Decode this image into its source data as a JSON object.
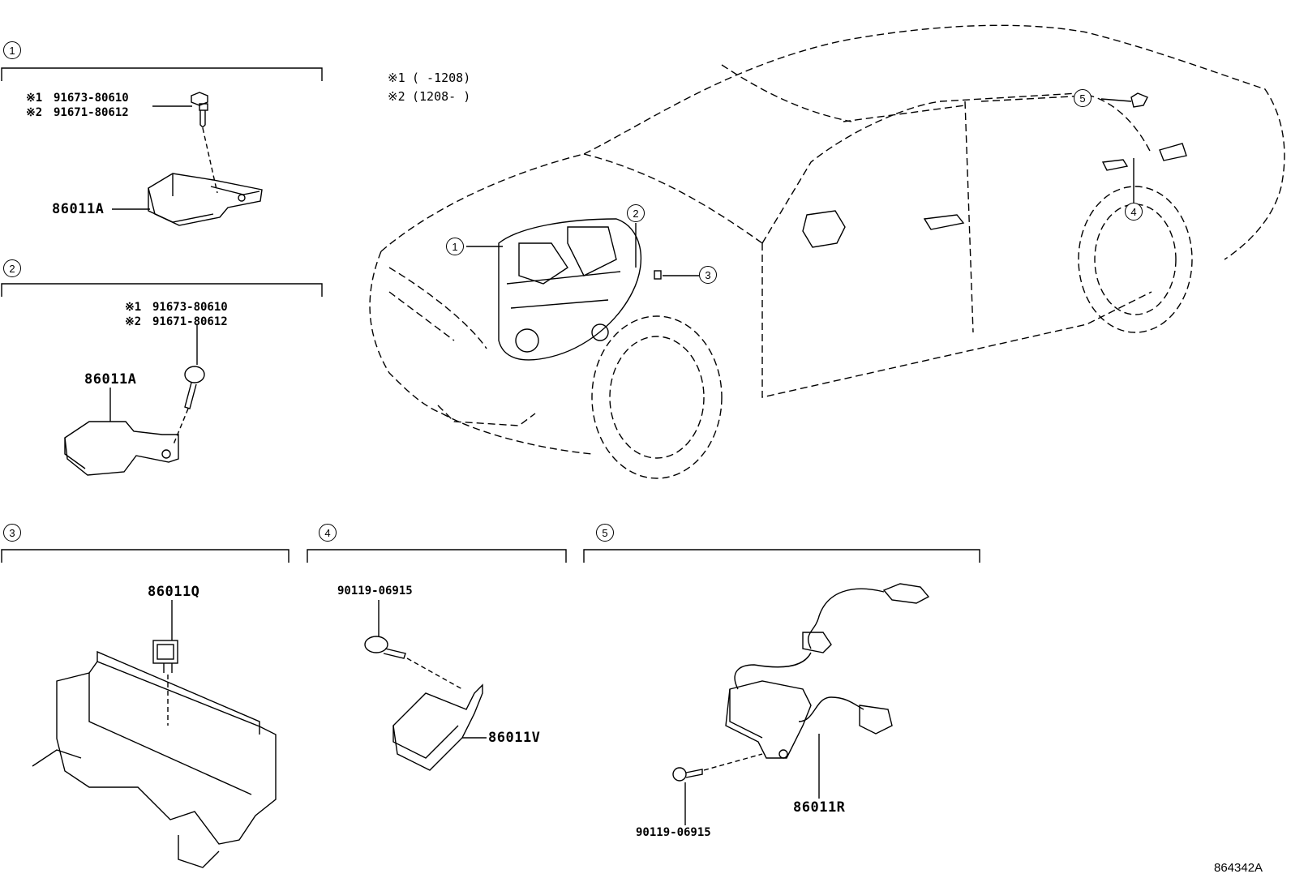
{
  "sections": [
    {
      "id": "1",
      "parts": [
        "91673-80610",
        "91671-80612",
        "86011A"
      ],
      "marks": [
        "※1",
        "※2"
      ]
    },
    {
      "id": "2",
      "parts": [
        "91673-80610",
        "91671-80612",
        "86011A"
      ],
      "marks": [
        "※1",
        "※2"
      ]
    },
    {
      "id": "3",
      "parts": [
        "86011Q"
      ]
    },
    {
      "id": "4",
      "parts": [
        "90119-06915",
        "86011V"
      ]
    },
    {
      "id": "5",
      "parts": [
        "90119-06915",
        "86011R"
      ]
    }
  ],
  "notes": [
    {
      "mark": "※1",
      "range": "(      -1208)"
    },
    {
      "mark": "※2",
      "range": "(1208-      )"
    }
  ],
  "callouts": [
    "1",
    "2",
    "3",
    "4",
    "5"
  ],
  "figure_ref": "864342A"
}
